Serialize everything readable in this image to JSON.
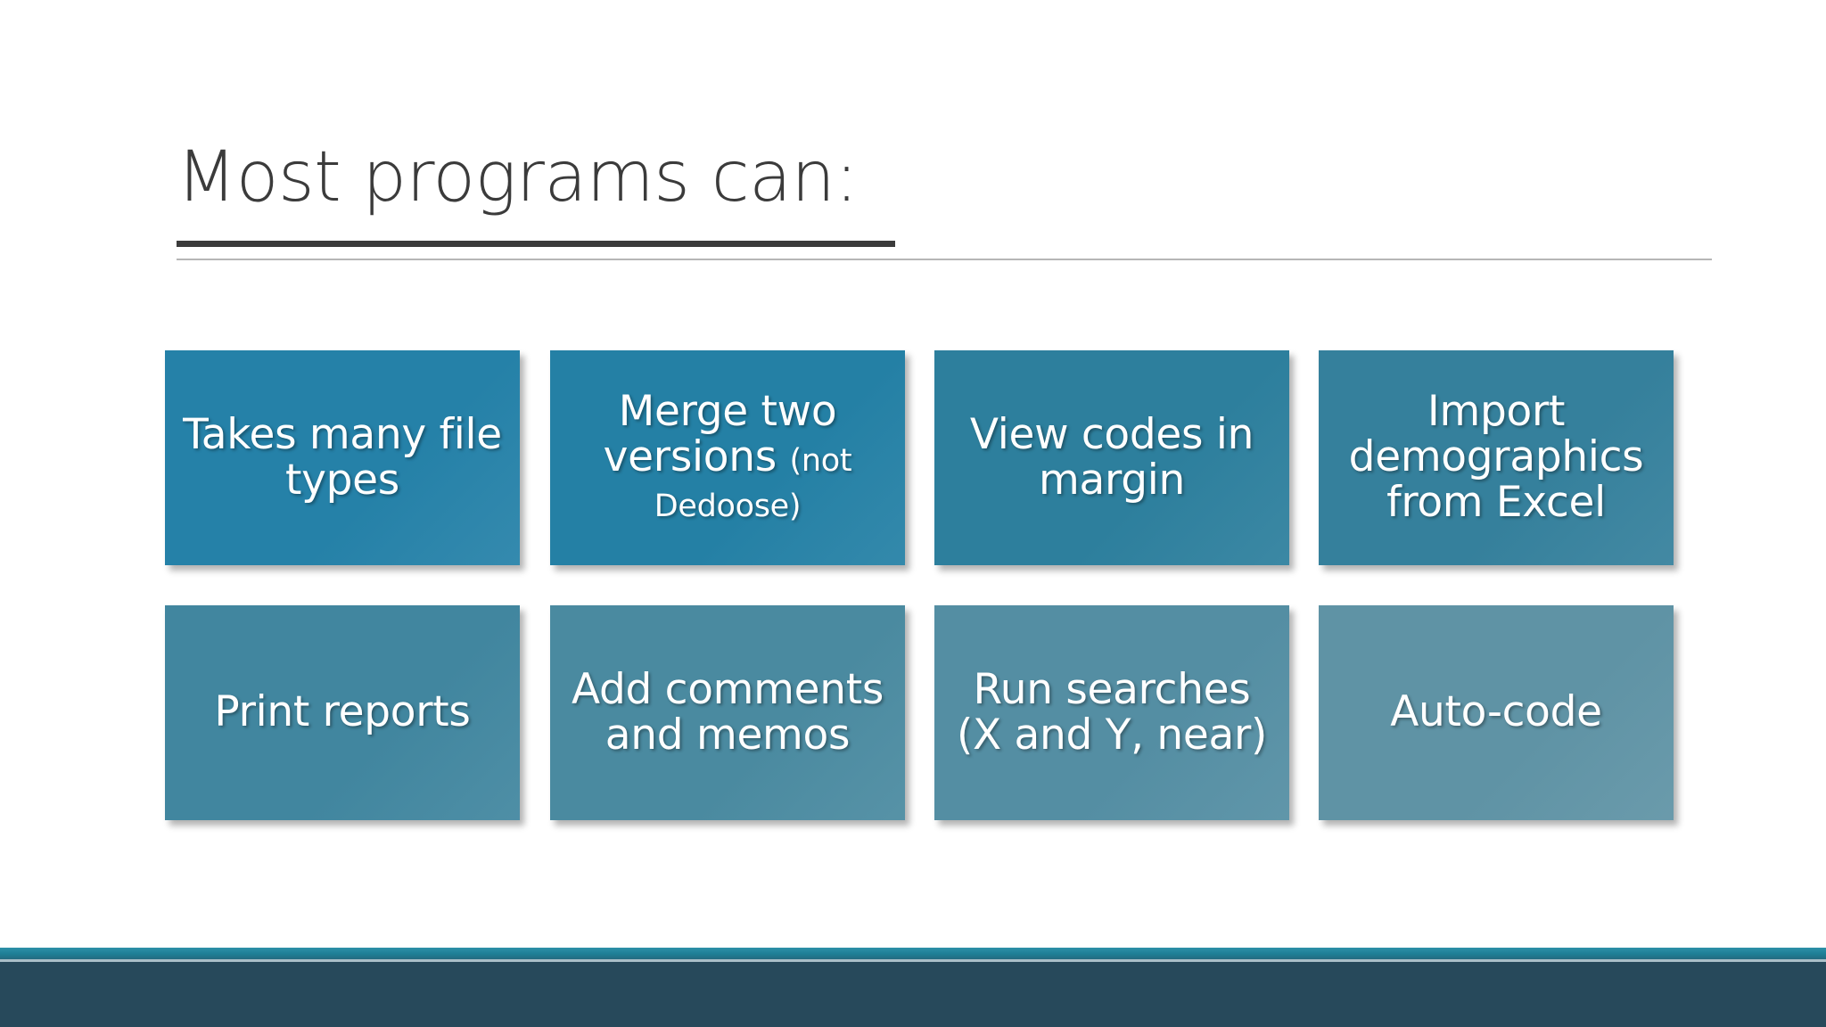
{
  "slide": {
    "background_color": "#ffffff",
    "title": "Most programs can:",
    "title_color": "#3b3b3b",
    "underline_color": "#3b3b3b",
    "rule_color": "#b6b6b6"
  },
  "boxes": [
    {
      "id": "takes-many-file-types",
      "label": "Takes many file types",
      "sub_label": "",
      "fill": "#2581a8",
      "row": 1,
      "column": 1
    },
    {
      "id": "merge-two-versions",
      "label": "Merge two versions ",
      "sub_label": "(not Dedoose)",
      "fill": "#2480a5",
      "row": 1,
      "column": 2
    },
    {
      "id": "view-codes-in-margin",
      "label": "View codes in margin",
      "sub_label": "",
      "fill": "#2d7f9d",
      "row": 1,
      "column": 3
    },
    {
      "id": "import-demographics-from-excel",
      "label": "Import demographics from Excel",
      "sub_label": "",
      "fill": "#35809c",
      "row": 1,
      "column": 4
    },
    {
      "id": "print-reports",
      "label": "Print reports",
      "sub_label": "",
      "fill": "#41869f",
      "row": 2,
      "column": 1
    },
    {
      "id": "add-comments-and-memos",
      "label": "Add comments and memos",
      "sub_label": "",
      "fill": "#4a8aa0",
      "row": 2,
      "column": 2
    },
    {
      "id": "run-searches",
      "label": "Run searches (X and Y, near)",
      "sub_label": "",
      "fill": "#548ea3",
      "row": 2,
      "column": 3
    },
    {
      "id": "auto-code",
      "label": "Auto-code",
      "sub_label": "",
      "fill": "#5f93a5",
      "row": 2,
      "column": 4
    }
  ],
  "footer": {
    "accent_color": "#1d7e95",
    "hairline_color": "#a9bfc8",
    "bar_color": "#27495b"
  }
}
